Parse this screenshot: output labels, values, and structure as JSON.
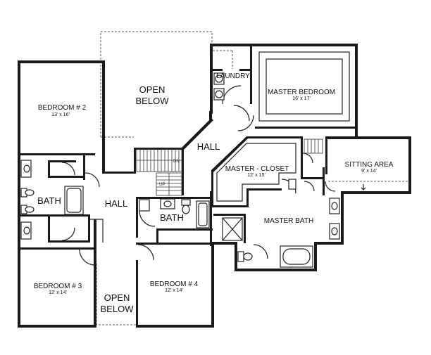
{
  "rooms": {
    "bedroom2": {
      "name": "BEDROOM # 2",
      "dims": "13' x 16'"
    },
    "bedroom3": {
      "name": "BEDROOM # 3",
      "dims": "12' x 14'"
    },
    "bedroom4": {
      "name": "BEDROOM # 4",
      "dims": "12' x 14'"
    },
    "master_bedroom": {
      "name": "MASTER BEDROOM",
      "dims": "16' x 17'"
    },
    "master_closet": {
      "name": "MASTER - CLOSET",
      "dims": "12' x 15'"
    },
    "master_bath": {
      "name": "MASTER BATH"
    },
    "sitting_area": {
      "name": "SITTING AREA",
      "dims": "9' x 14'"
    },
    "laundry": {
      "name": "LAUNDRY"
    },
    "bath_left": {
      "name": "BATH"
    },
    "bath_center": {
      "name": "BATH"
    },
    "hall_left": {
      "name": "HALL"
    },
    "hall_upper": {
      "name": "HALL"
    },
    "open_below_top": {
      "line1": "OPEN",
      "line2": "BELOW"
    },
    "open_below_bottom": {
      "line1": "OPEN",
      "line2": "BELOW"
    }
  },
  "stair_labels": {
    "upper": "DN",
    "lower": "UP"
  }
}
